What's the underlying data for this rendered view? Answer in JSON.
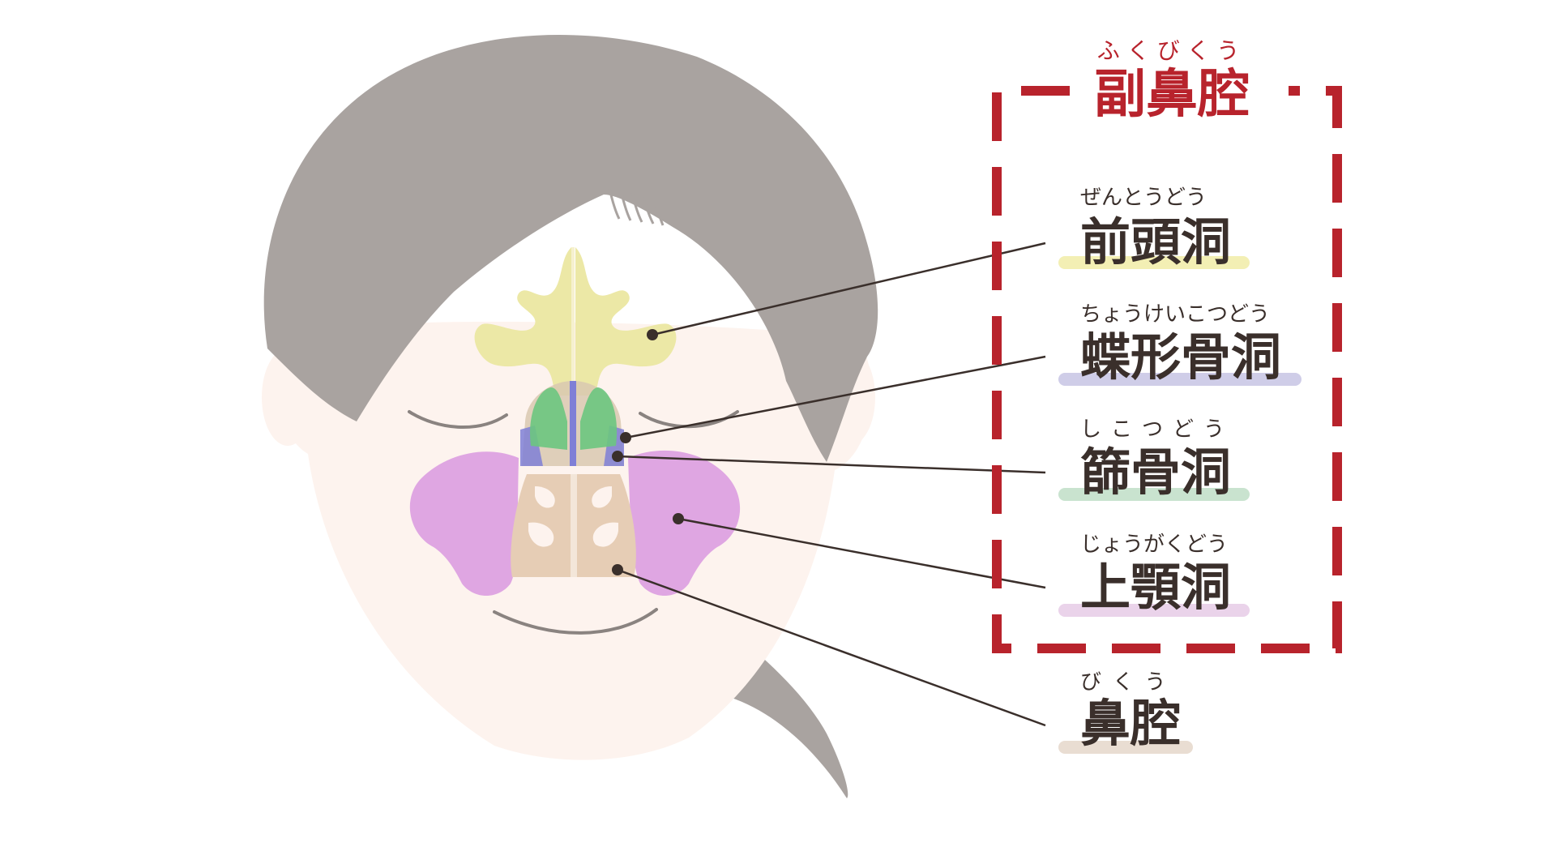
{
  "title": {
    "ruby": "ふくびくう",
    "text": "副鼻腔"
  },
  "labels": [
    {
      "key": "frontal",
      "ruby": "ぜんとうどう",
      "text": "前頭洞",
      "highlight": "#f3efb4"
    },
    {
      "key": "sphenoid",
      "ruby": "ちょうけいこつどう",
      "text": "蝶形骨洞",
      "highlight": "#cfcde8"
    },
    {
      "key": "ethmoid",
      "ruby": "しこつどう",
      "text": "篩骨洞",
      "highlight": "#c9e3cf"
    },
    {
      "key": "maxillary",
      "ruby": "じょうがくどう",
      "text": "上顎洞",
      "highlight": "#ead3ea"
    },
    {
      "key": "nasal",
      "ruby": "びくう",
      "text": "鼻腔",
      "highlight": "#e9ddd2"
    }
  ],
  "colors": {
    "hair": "#a9a3a0",
    "skin": "#fdf3ee",
    "frontal": "#ece8a6",
    "sphenoid": "#7f7fd6",
    "ethmoid": "#6cc57f",
    "maxillary": "#dfa6e2",
    "nasal": "#e6cdb5",
    "frame": "#b8232c",
    "line": "#3a2f2b"
  }
}
